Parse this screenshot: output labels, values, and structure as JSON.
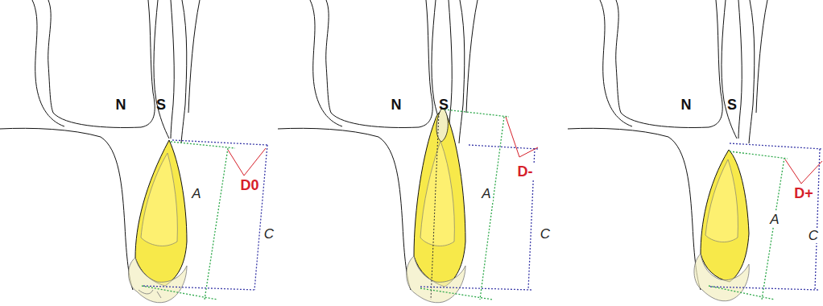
{
  "diagram": {
    "labels": [
      "N",
      "S",
      "A",
      "C",
      "D0",
      "N",
      "S",
      "A",
      "C",
      "D-",
      "N",
      "S",
      "A",
      "C",
      "D+"
    ]
  }
}
